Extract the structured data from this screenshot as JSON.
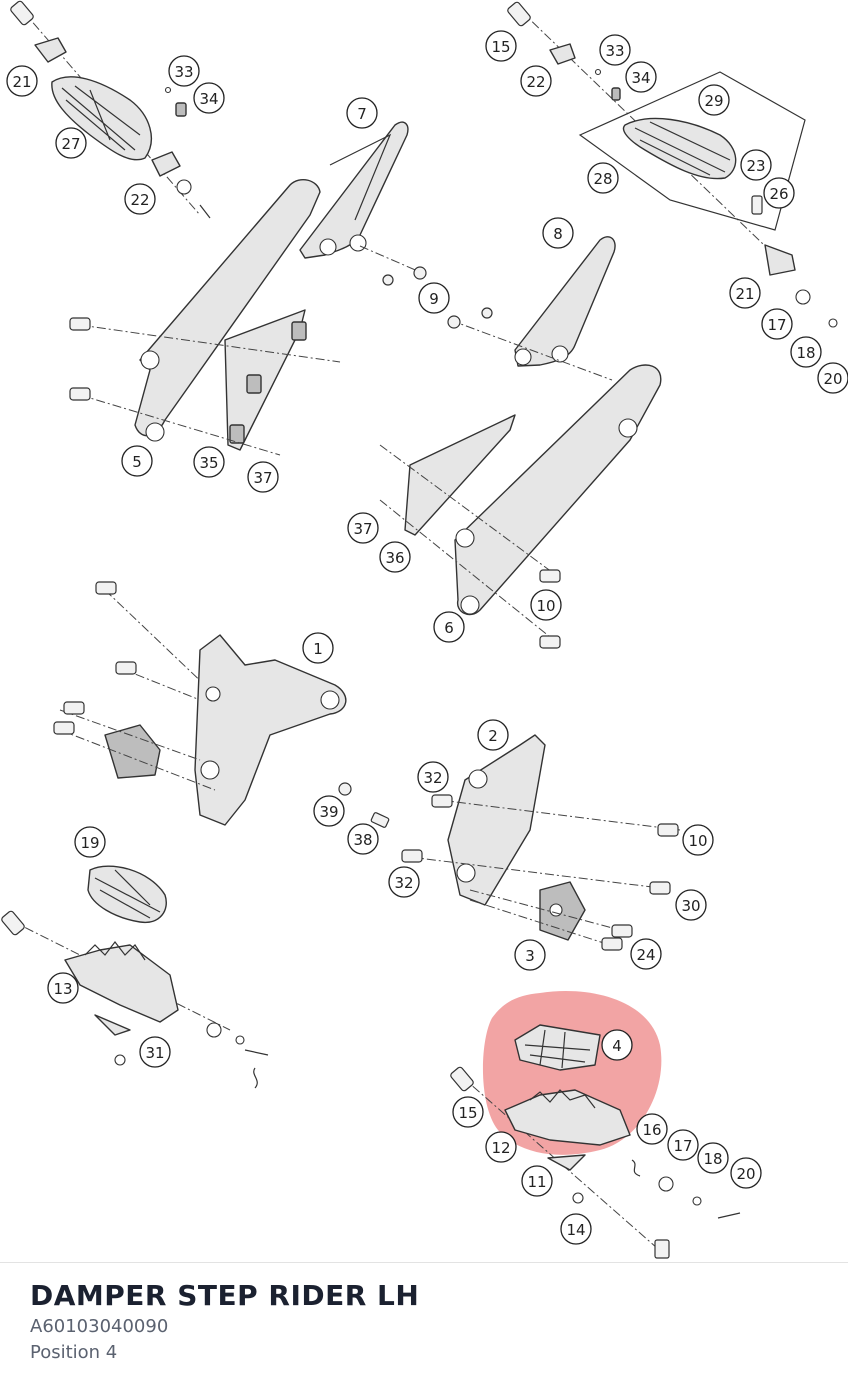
{
  "part": {
    "title": "DAMPER STEP RIDER LH",
    "number": "A60103040090",
    "position": "Position 4"
  },
  "highlight_color": "#e85a5a",
  "callouts": [
    {
      "id": "c-21a",
      "label": "21"
    },
    {
      "id": "c-27",
      "label": "27"
    },
    {
      "id": "c-33a",
      "label": "33"
    },
    {
      "id": "c-34a",
      "label": "34"
    },
    {
      "id": "c-22a",
      "label": "22"
    },
    {
      "id": "c-7",
      "label": "7"
    },
    {
      "id": "c-9",
      "label": "9"
    },
    {
      "id": "c-5",
      "label": "5"
    },
    {
      "id": "c-35",
      "label": "35"
    },
    {
      "id": "c-37a",
      "label": "37"
    },
    {
      "id": "c-15a",
      "label": "15"
    },
    {
      "id": "c-22b",
      "label": "22"
    },
    {
      "id": "c-33b",
      "label": "33"
    },
    {
      "id": "c-34b",
      "label": "34"
    },
    {
      "id": "c-29",
      "label": "29"
    },
    {
      "id": "c-28",
      "label": "28"
    },
    {
      "id": "c-23",
      "label": "23"
    },
    {
      "id": "c-26",
      "label": "26"
    },
    {
      "id": "c-8",
      "label": "8"
    },
    {
      "id": "c-21b",
      "label": "21"
    },
    {
      "id": "c-17a",
      "label": "17"
    },
    {
      "id": "c-18a",
      "label": "18"
    },
    {
      "id": "c-20a",
      "label": "20"
    },
    {
      "id": "c-37b",
      "label": "37"
    },
    {
      "id": "c-36",
      "label": "36"
    },
    {
      "id": "c-10a",
      "label": "10"
    },
    {
      "id": "c-6",
      "label": "6"
    },
    {
      "id": "c-1",
      "label": "1"
    },
    {
      "id": "c-2",
      "label": "2"
    },
    {
      "id": "c-32a",
      "label": "32"
    },
    {
      "id": "c-39",
      "label": "39"
    },
    {
      "id": "c-38",
      "label": "38"
    },
    {
      "id": "c-10b",
      "label": "10"
    },
    {
      "id": "c-32b",
      "label": "32"
    },
    {
      "id": "c-30",
      "label": "30"
    },
    {
      "id": "c-3",
      "label": "3"
    },
    {
      "id": "c-24",
      "label": "24"
    },
    {
      "id": "c-19",
      "label": "19"
    },
    {
      "id": "c-13",
      "label": "13"
    },
    {
      "id": "c-31",
      "label": "31"
    },
    {
      "id": "c-4",
      "label": "4"
    },
    {
      "id": "c-15b",
      "label": "15"
    },
    {
      "id": "c-16",
      "label": "16"
    },
    {
      "id": "c-17b",
      "label": "17"
    },
    {
      "id": "c-18b",
      "label": "18"
    },
    {
      "id": "c-20b",
      "label": "20"
    },
    {
      "id": "c-12",
      "label": "12"
    },
    {
      "id": "c-11",
      "label": "11"
    },
    {
      "id": "c-14",
      "label": "14"
    }
  ]
}
